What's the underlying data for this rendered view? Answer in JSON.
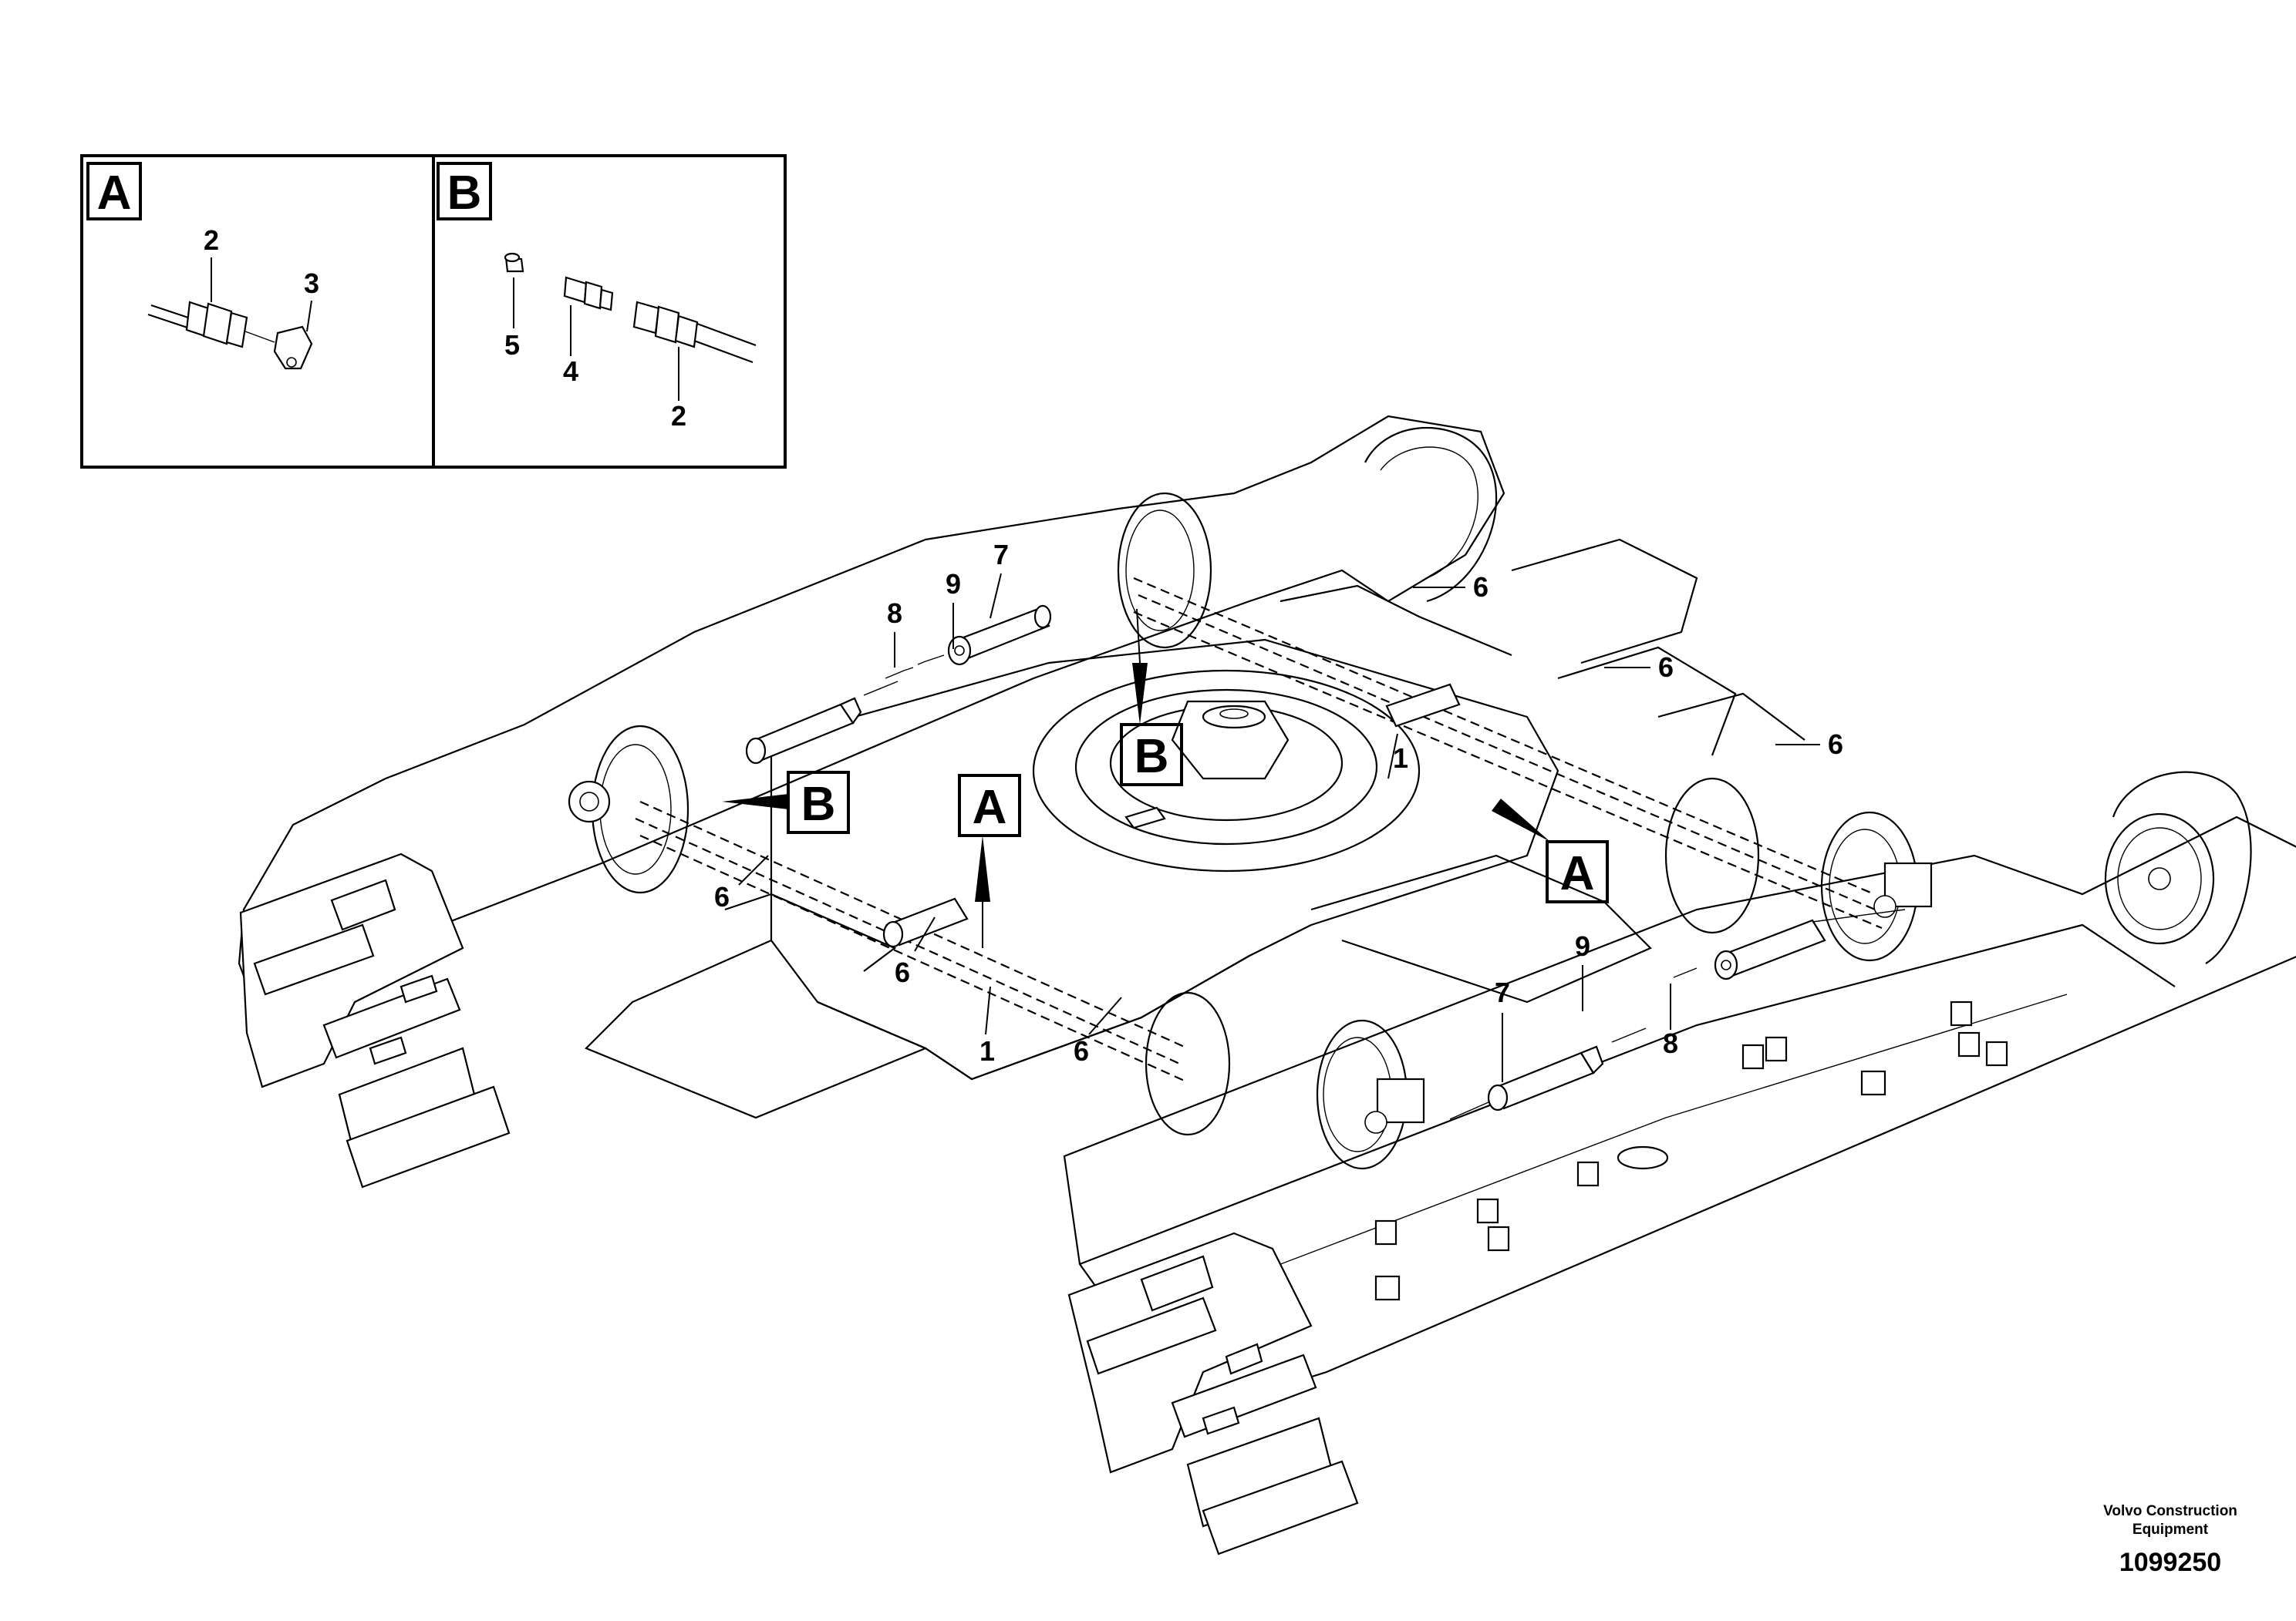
{
  "detail_views": [
    {
      "id": "A",
      "label": "A",
      "callouts": [
        "2",
        "3"
      ]
    },
    {
      "id": "B",
      "label": "B",
      "callouts": [
        "5",
        "4",
        "2"
      ]
    }
  ],
  "main_callouts": {
    "c8_top": "8",
    "c9_top": "9",
    "c7_top": "7",
    "c6_r1": "6",
    "c6_r2": "6",
    "c6_r3": "6",
    "c1_right": "1",
    "c6_left": "6",
    "c6_mid": "6",
    "c1_mid": "1",
    "c6_low": "6",
    "c9_low": "9",
    "c7_low": "7",
    "c8_low": "8"
  },
  "view_refs": [
    {
      "id": "ref_b_upper",
      "label": "B"
    },
    {
      "id": "ref_b_left",
      "label": "B"
    },
    {
      "id": "ref_a_center",
      "label": "A"
    },
    {
      "id": "ref_a_right",
      "label": "A"
    }
  ],
  "footer": {
    "company_line1": "Volvo Construction",
    "company_line2": "Equipment",
    "drawing_number": "1099250"
  }
}
